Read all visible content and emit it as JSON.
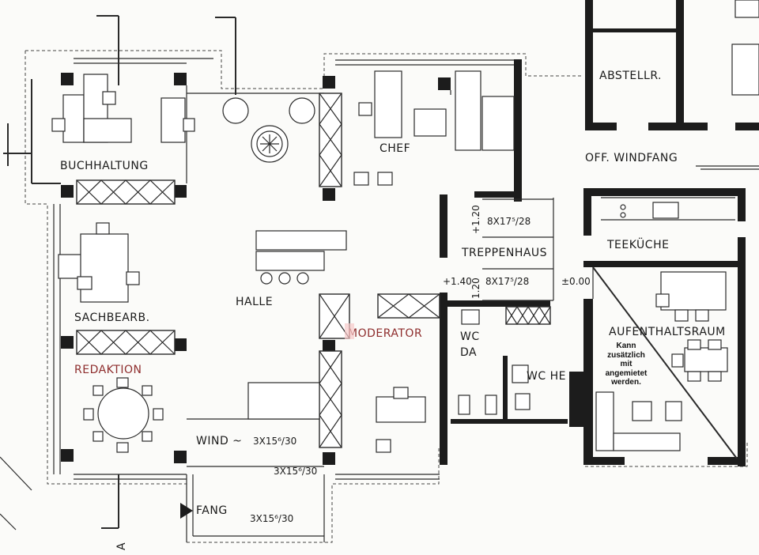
{
  "rooms": {
    "buchhaltung": "BUCHHALTUNG",
    "chef": "CHEF",
    "abstellraum": "ABSTELLR.",
    "windfang_offen": "OFF. WINDFANG",
    "treppenhaus": "TREPPENHAUS",
    "teekueche": "TEEKÜCHE",
    "halle": "HALLE",
    "sachbearbeitung": "SACHBEARB.",
    "moderator": "MODERATOR",
    "redaktion": "REDAKTION",
    "aufenthaltsraum": "AUFENTHALTSRAUM",
    "wc_da": "WC",
    "wc_da_sub": "DA",
    "wc_he": "WC HE",
    "wind": "WIND ~",
    "fang": "FANG"
  },
  "dimensions": {
    "stair_upper": "8X17⁵/28",
    "stair_lower": "8X17⁵/28",
    "level_upper": "+1.20",
    "level_lower": "1.20",
    "level_left": "+1.40",
    "level_zero": "±0.00",
    "steps_wind": "3X15⁶/30",
    "steps_right": "3X15⁶/30",
    "steps_fang": "3X15⁶/30",
    "section_marker": "A"
  },
  "note": {
    "line1": "Kann",
    "line2": "zusätzlich",
    "line3": "mit",
    "line4": "angemietet",
    "line5": "werden."
  },
  "colors": {
    "ink": "#1c1c1c",
    "paper": "#fbfbf9",
    "label_accent": "#8e2d2d",
    "highlight": "#f7c9c9"
  }
}
